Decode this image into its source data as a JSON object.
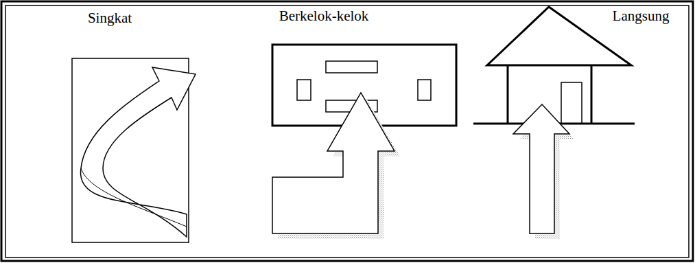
{
  "diagram": {
    "labels": [
      "Singkat",
      "Berkelok-kelok",
      "Langsung"
    ]
  }
}
